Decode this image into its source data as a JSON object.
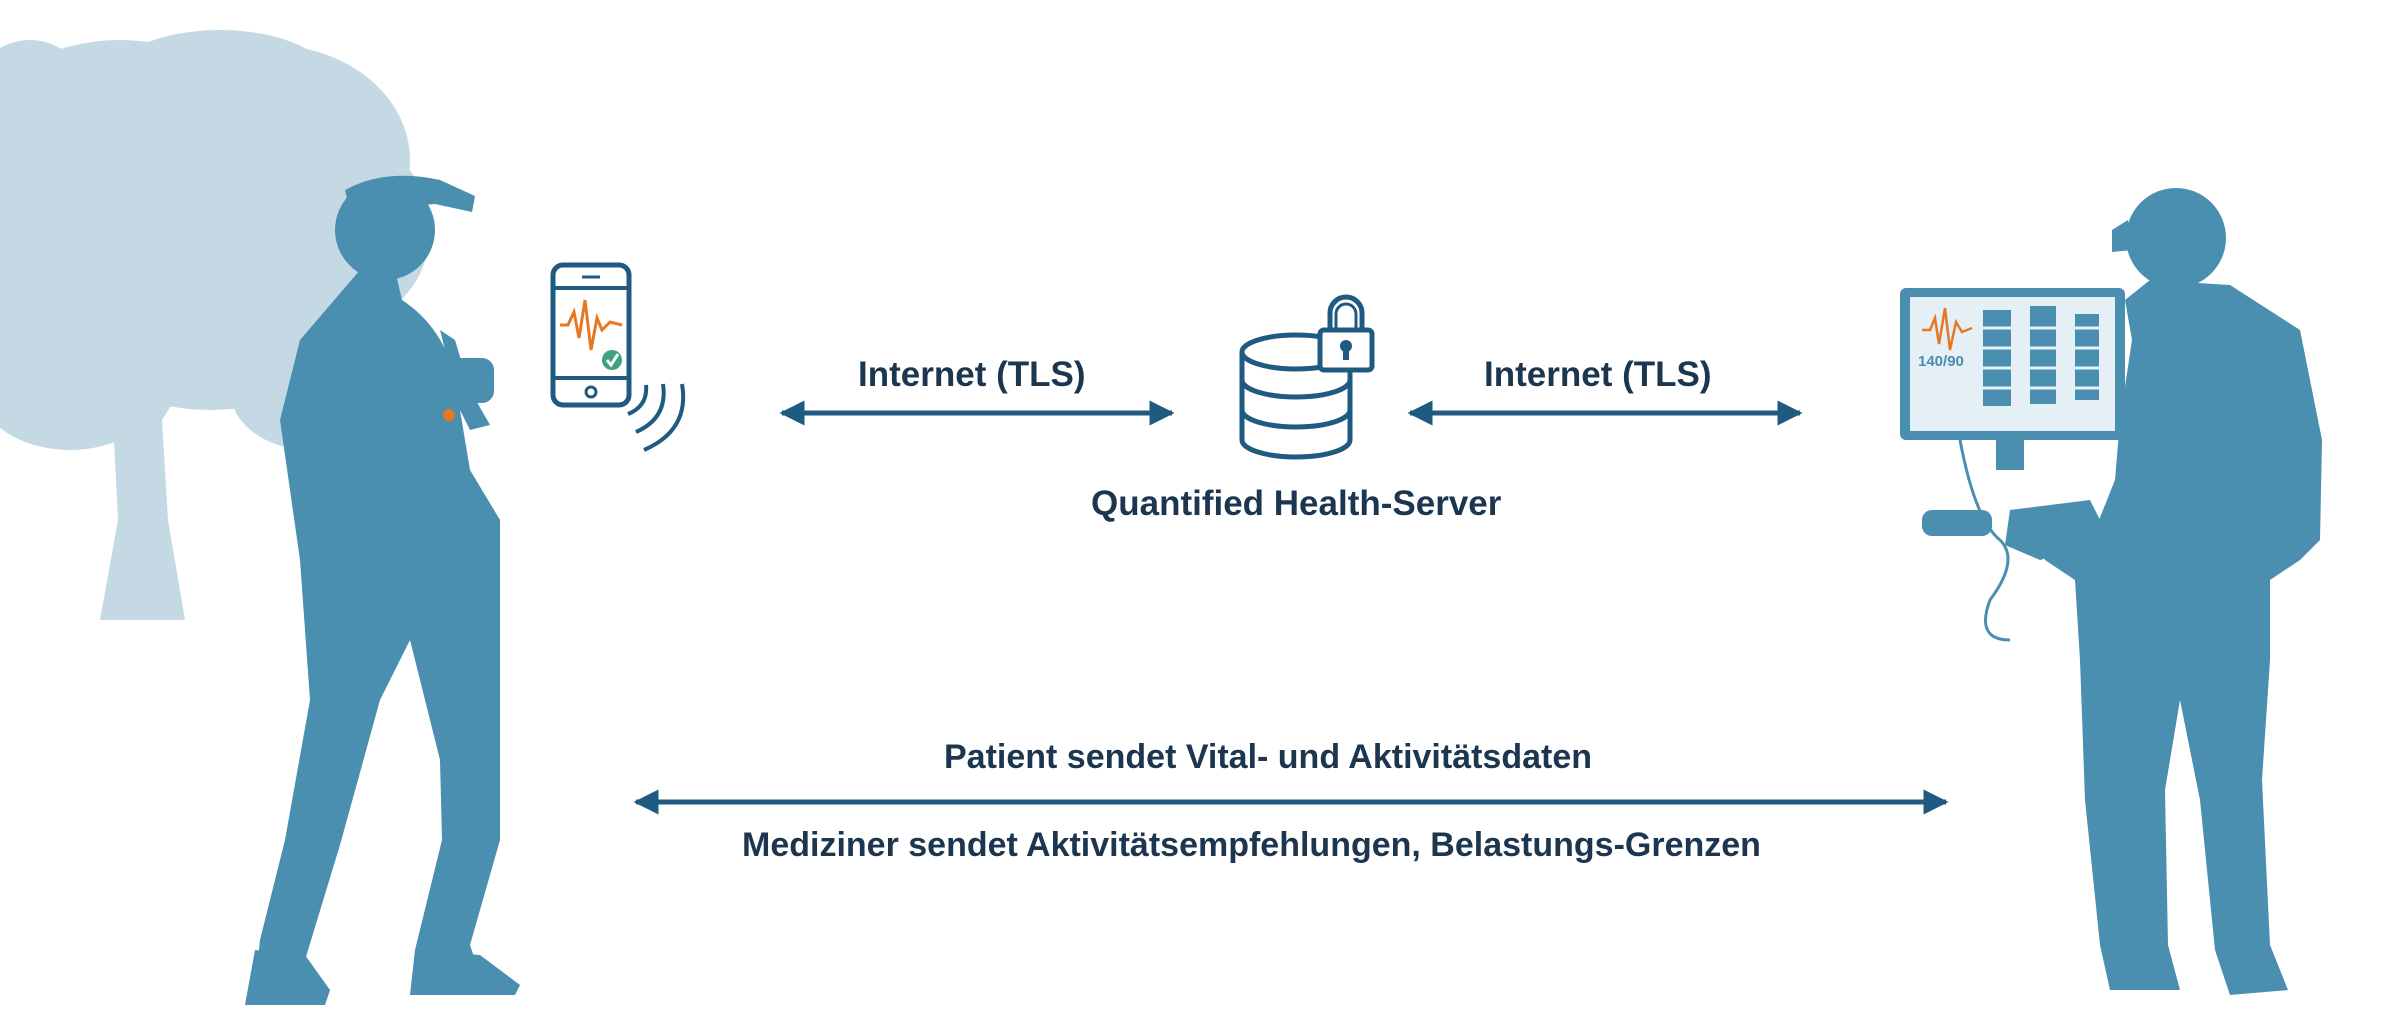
{
  "labels": {
    "internet_left": "Internet (TLS)",
    "internet_right": "Internet (TLS)",
    "server": "Quantified Health-Server",
    "patient_sends": "Patient sendet Vital- und Aktivitätsdaten",
    "doctor_sends": "Mediziner sendet Aktivitätsempfehlungen, Belastungs-Grenzen"
  },
  "monitor": {
    "blood_pressure": "140/90"
  },
  "icons": {
    "tree": "tree-silhouette-icon",
    "patient": "walking-patient-silhouette-icon",
    "smartphone": "smartphone-ecg-icon",
    "wireless": "wireless-signal-icon",
    "server": "database-lock-icon",
    "doctor": "doctor-silhouette-icon",
    "monitor": "monitor-dashboard-icon"
  },
  "colors": {
    "silhouette": "#4a8eb0",
    "tree": "#c5d9e5",
    "ink": "#1d3650",
    "arrow": "#1f5a80",
    "ecg": "#e87722",
    "check": "#3fa27e"
  }
}
